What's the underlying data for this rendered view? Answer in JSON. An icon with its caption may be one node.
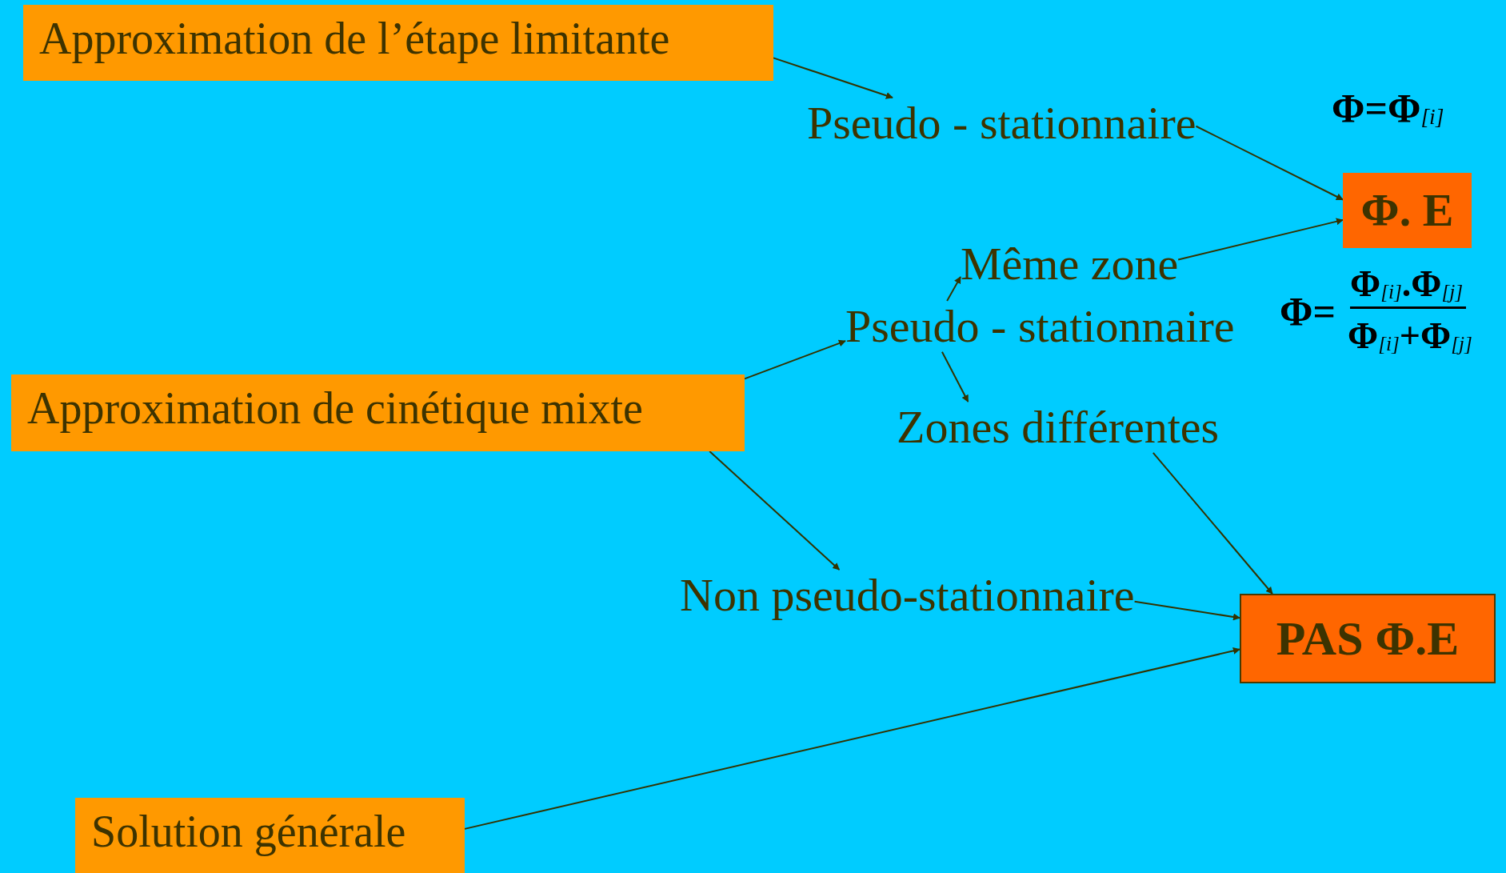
{
  "diagram": {
    "nodes": [
      {
        "text": [
          "Approximation de l’étape  limitante"
        ]
      },
      {
        "text": [
          "Pseudo - stationnaire"
        ]
      },
      {
        "text": [
          "Φ. E"
        ]
      },
      {
        "text": [
          "Approximation de cinétique mixte"
        ]
      },
      {
        "text": [
          "Pseudo - stationnaire"
        ]
      },
      {
        "text": [
          "Même zone"
        ]
      },
      {
        "text": [
          "Zones différentes"
        ]
      },
      {
        "text": [
          "Non pseudo-stationnaire"
        ]
      },
      {
        "text": [
          "PAS Φ.E"
        ]
      },
      {
        "text": [
          "Solution générale"
        ]
      }
    ],
    "edges": [
      {
        "from": 0,
        "to": 1,
        "arrow": "to"
      },
      {
        "from": 1,
        "to": 2,
        "arrow": "to"
      },
      {
        "from": 5,
        "to": 2,
        "arrow": "to"
      },
      {
        "from": 3,
        "to": 4,
        "arrow": "to"
      },
      {
        "from": 4,
        "to": 5,
        "arrow": "to"
      },
      {
        "from": 4,
        "to": 6,
        "arrow": "to"
      },
      {
        "from": 6,
        "to": 8,
        "arrow": "to"
      },
      {
        "from": 3,
        "to": 7,
        "arrow": "to"
      },
      {
        "from": 7,
        "to": 8,
        "arrow": "to"
      },
      {
        "from": 9,
        "to": 8,
        "arrow": "to"
      }
    ],
    "labels": [
      "Φ=Φ$_{[i]}$",
      "Φ=",
      "Φ$_{[i]}$.Φ$_{[j]}$",
      "Φ$_{[i]}$+Φ$_{[j]}$"
    ]
  }
}
